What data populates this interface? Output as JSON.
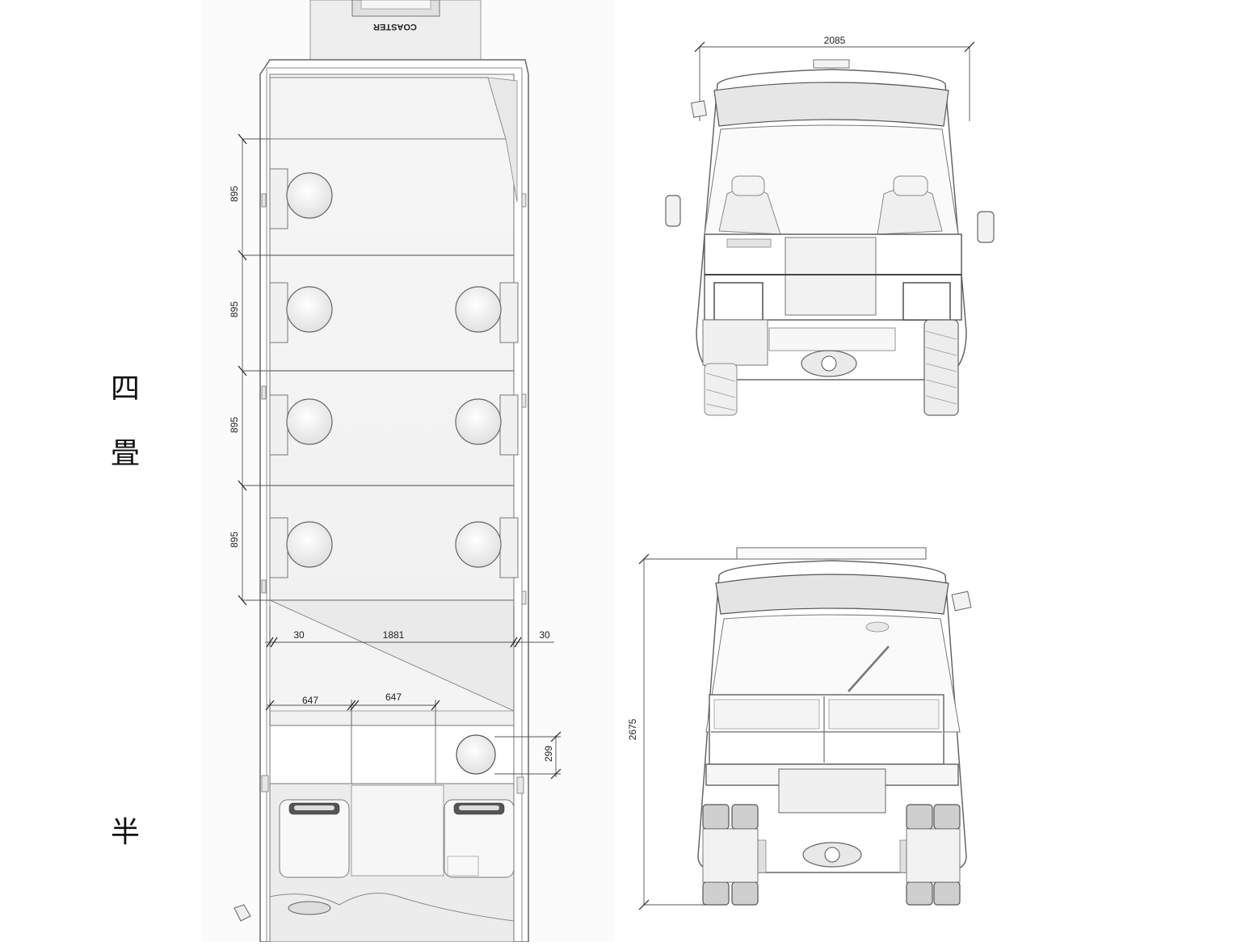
{
  "side_label": {
    "c1": "四",
    "c2": "畳",
    "c3": "半"
  },
  "plan_view": {
    "brand_text": "COASTER",
    "row_dimensions": [
      "895",
      "895",
      "895",
      "895"
    ],
    "width_dims": {
      "left_gap": "30",
      "inner_width": "1881",
      "right_gap": "30"
    },
    "partition_dims": {
      "first": "647",
      "second": "647",
      "depth": "299"
    }
  },
  "front_view": {
    "overall_width": "2085"
  },
  "rear_view": {
    "overall_height": "2675"
  }
}
